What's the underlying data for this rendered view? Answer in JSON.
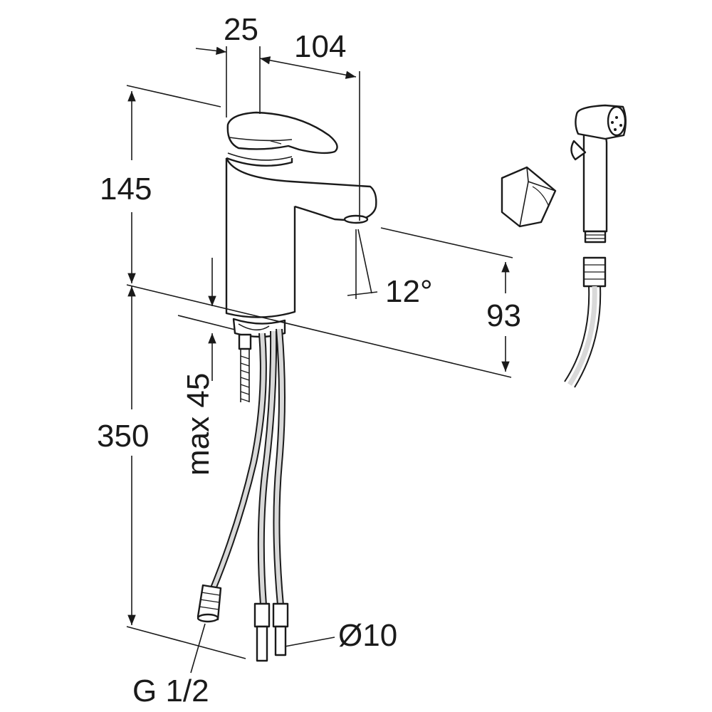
{
  "dimensions": {
    "handle_offset": "25",
    "spout_reach": "104",
    "height_above": "145",
    "spout_angle": "12°",
    "outlet_height": "93",
    "max_deck": "max 45",
    "hose_length": "350",
    "hose_diameter": "Ø10",
    "connection_thread": "G 1/2"
  }
}
